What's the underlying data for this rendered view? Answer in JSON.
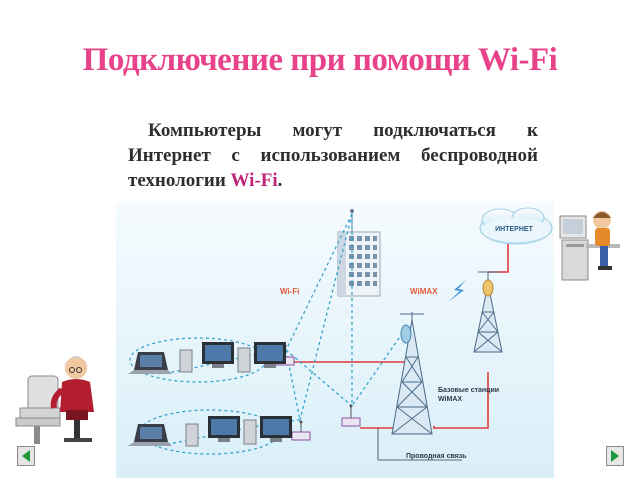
{
  "title": "Подключение при помощи Wi-Fi",
  "body": {
    "text_before": "Компьютеры могут подключаться к Интернет с использованием беспроводной технологии ",
    "highlight": "Wi-Fi",
    "text_after": "."
  },
  "diagram": {
    "internet_label": "ИНТЕРНЕТ",
    "wifi_label": "Wi-Fi",
    "wimax_label": "WiMAX",
    "base_stations_label_line1": "Базовые станции",
    "base_stations_label_line2": "WiMAX",
    "wired_label": "Проводная связь"
  },
  "nav": {
    "prev_icon": "arrow-left-icon",
    "next_icon": "arrow-right-icon"
  },
  "colors": {
    "title": "#e8438a",
    "highlight": "#c0247a",
    "wireless_link": "#2a9fc7",
    "wired_link": "#e03a3a",
    "nav_arrow": "#1f9a3a"
  }
}
